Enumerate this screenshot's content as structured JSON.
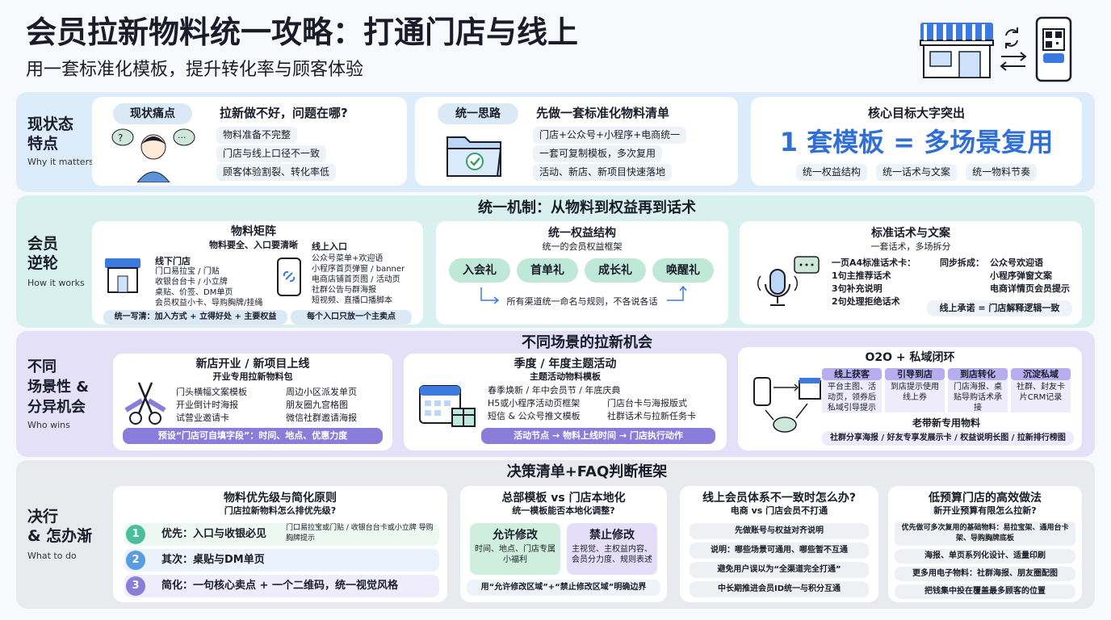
{
  "header": {
    "title": "会员拉新物料统一攻略：打通门店与线上",
    "subtitle": "用一套标准化模板，提升转化率与顾客体验"
  },
  "colors": {
    "accent_blue": "#2f6fd6",
    "row1": "#dcecfa",
    "row2": "#d8f1ee",
    "row3": "#e4e0f7",
    "row4": "#e8eaee",
    "green": "#4bbf9c",
    "purple": "#8a7cd9"
  },
  "row1": {
    "title": "现状态\n特点",
    "subtitle": "Why it matters",
    "pain": {
      "tag": "现状痛点",
      "question": "拉新做不好，问题在哪?",
      "items": [
        "物料准备不完整",
        "门店与线上口径不一致",
        "顾客体验割裂、转化率低"
      ]
    },
    "unify": {
      "tag": "统一思路",
      "heading": "先做一套标准化物料清单",
      "items": [
        "门店+公众号+小程序+电商统一",
        "一套可复制模板，多次复用",
        "活动、新店、新项目快速落地"
      ]
    },
    "core": {
      "label": "核心目标大字突出",
      "big": "1 套模板 = 多场景复用",
      "tags": [
        "统一权益结构",
        "统一话术与文案",
        "统一物料节奏"
      ]
    }
  },
  "row2": {
    "title": "会员\n逆轮",
    "subtitle": "How it works",
    "heading": "统一机制：从物料到权益再到话术",
    "matrix": {
      "title": "物料矩阵",
      "subtitle": "物料要全、入口要清晰",
      "offline_title": "线下门店",
      "offline_items": [
        "门口易拉宝 / 门贴",
        "收银台台卡 / 小立牌",
        "桌贴、价签、DM单页",
        "会员权益小卡、导购胸牌/挂绳"
      ],
      "online_title": "线上入口",
      "online_items": [
        "公众号菜单+欢迎语",
        "小程序首页弹窗 / banner",
        "电商店铺首页图 / 活动页",
        "社群公告与群海报",
        "短视频、直播口播脚本"
      ],
      "bar1": "统一写清：加入方式 + 立得好处 + 主要权益",
      "bar2": "每个入口只放一个主卖点"
    },
    "benefit": {
      "title": "统一权益结构",
      "subtitle": "统一的会员权益框架",
      "items": [
        "入会礼",
        "首单礼",
        "成长礼",
        "唤醒礼"
      ],
      "note": "所有渠道统一命名与规则，不各说各话"
    },
    "script": {
      "title": "标准话术与文案",
      "subtitle": "一套话术，多场拆分",
      "left": [
        "一页A4标准话术卡：",
        "1句主推荐话术",
        "3句补充说明",
        "2句处理拒绝话术"
      ],
      "right_label": "同步拆成：",
      "right": [
        "公众号欢迎语",
        "小程序弹窗文案",
        "电商详情页会员提示"
      ],
      "bar": "线上承诺 = 门店解释逻辑一致"
    }
  },
  "row3": {
    "title": "不同\n场景性 &\n分异机会",
    "subtitle": "Who wins",
    "heading": "不同场景的拉新机会",
    "newstore": {
      "title": "新店开业 / 新项目上线",
      "subtitle": "开业专用拉新物料包",
      "col1": [
        "门头横幅文案模板",
        "开业倒计时海报",
        "试营业邀请卡"
      ],
      "col2": [
        "周边小区派发单页",
        "朋友圈九宫格图",
        "微信社群邀请海报"
      ],
      "bar": "预设“门店可自填字段”：时间、地点、优惠力度"
    },
    "season": {
      "title": "季度 / 年度主题活动",
      "subtitle": "主题活动物料模板",
      "col1": [
        "春季焕新 / 年中会员节 / 年底庆典",
        "H5或小程序活动页框架",
        "短信 & 公众号推文模板"
      ],
      "col2": [
        "门店台卡与海报版式",
        "社群话术与拉新任务卡"
      ],
      "bar": "活动节点 → 物料上线时间 → 门店执行动作"
    },
    "o2o": {
      "title": "O2O + 私域闭环",
      "cols": [
        {
          "head": "线上获客",
          "body": "平台主图、活动页，领券后私域引导提示"
        },
        {
          "head": "引导到店",
          "body": "到店提示使用线上券"
        },
        {
          "head": "到店转化",
          "body": "门店海报、桌贴导购话术承接"
        },
        {
          "head": "沉淀私域",
          "body": "社群、封友卡片CRM记录"
        }
      ],
      "sub": "老带新专用物料",
      "bar": "社群分享海报 / 好友专享发展示卡 / 权益说明长图 / 拉新排行榜图"
    }
  },
  "row4": {
    "title": "决行\n& 怎办渐",
    "subtitle": "What to do",
    "heading": "决策清单+FAQ判断框架",
    "priority": {
      "title": "物料优先级与简化原则",
      "subtitle": "门店拉新物料怎么排优先级?",
      "items": [
        {
          "num": "1",
          "text": "优先：入口与收银必见",
          "side": "门口易拉宝或门贴 / 收银台台卡或小立牌 导购胸牌提示"
        },
        {
          "num": "2",
          "text": "其次：桌贴与DM单页",
          "side": ""
        },
        {
          "num": "3",
          "text": "简化：一句核心卖点 + 一个二维码，统一视觉风格",
          "side": ""
        }
      ]
    },
    "hq": {
      "title": "总部模板 vs 门店本地化",
      "subtitle": "统一模板能否本地化调整?",
      "allow_title": "允许修改",
      "allow_body": "时间、地点、门店专属小福利",
      "deny_title": "禁止修改",
      "deny_body": "主视觉、主权益内容、会员分力度、规则表述",
      "bar": "用“允许修改区域”+“禁止修改区域”明确边界"
    },
    "online": {
      "title": "线上会员体系不一致时怎么办?",
      "subtitle": "电商 vs 门店会员不打通",
      "items": [
        "先做账号与权益对齐说明",
        "说明：哪些场景可通用、哪些暂不互通",
        "避免用户误以为“全渠道完全打通”",
        "中长期推进会员ID统一与积分互通"
      ]
    },
    "budget": {
      "title": "低预算门店的高效做法",
      "subtitle": "新开业预算有限怎么拉新?",
      "items": [
        "优先做可多次复用的基础物料：易拉宝架、通用台卡架、导购胸牌底板",
        "海报、单页系列化设计、适量印刷",
        "更多用电子物料：社群海报、朋友圈配图",
        "把钱集中投在覆盖最多顾客的位置"
      ]
    }
  }
}
